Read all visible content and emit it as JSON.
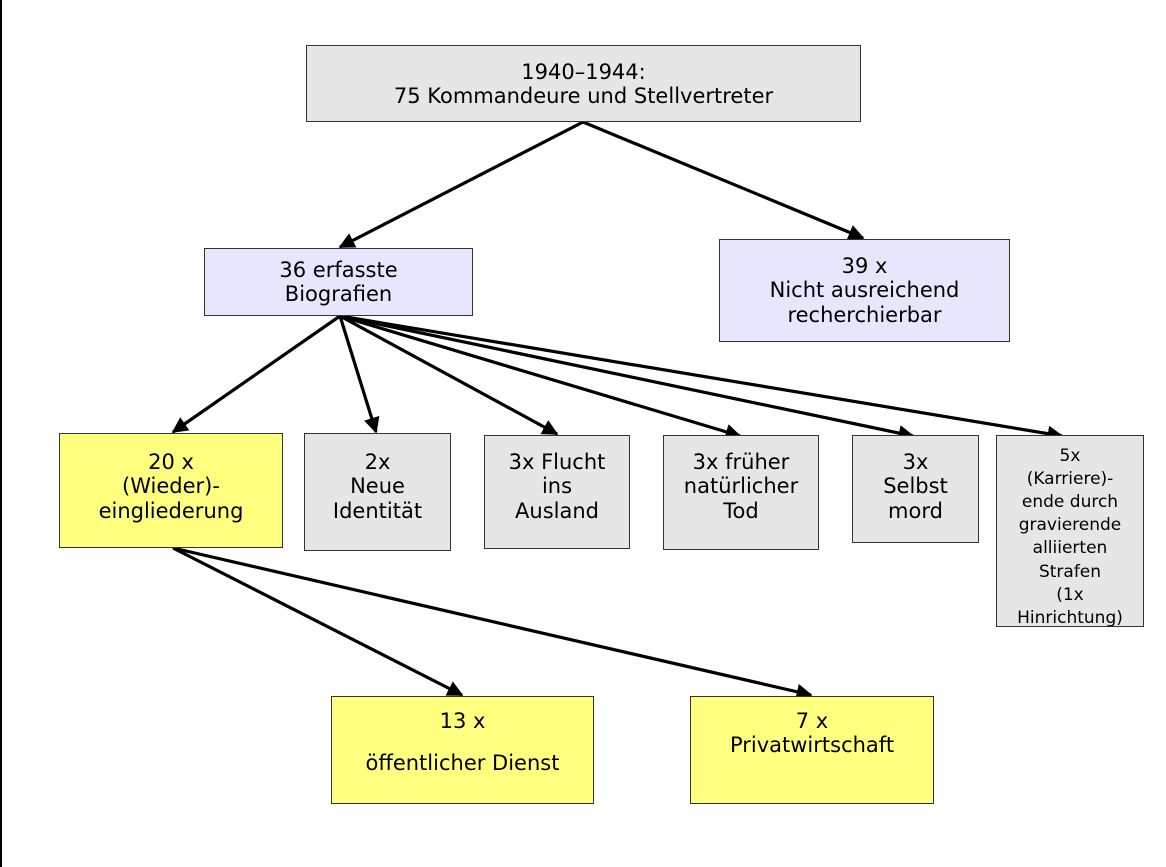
{
  "nodes": {
    "root": {
      "lines": [
        "1940–1944:",
        "75 Kommandeure und Stellvertreter"
      ]
    },
    "recorded": {
      "lines": [
        "36 erfasste",
        "Biografien"
      ]
    },
    "not_researchable": {
      "lines": [
        "39 x",
        "Nicht ausreichend",
        "recherchierbar"
      ]
    },
    "reintegration": {
      "lines": [
        "20 x",
        "(Wieder)-",
        "eingliederung"
      ]
    },
    "new_identity": {
      "lines": [
        "2x",
        "Neue",
        "Identität"
      ]
    },
    "flight": {
      "lines": [
        "3x Flucht",
        "ins",
        "Ausland"
      ]
    },
    "natural_death": {
      "lines": [
        "3x früher",
        "natürlicher",
        "Tod"
      ]
    },
    "suicide": {
      "lines": [
        "3x",
        "Selbst",
        "mord"
      ]
    },
    "allied_penalties": {
      "lines": [
        "5x",
        "(Karriere)-",
        "ende durch",
        "gravierende",
        "alliierten",
        "Strafen",
        "(1x",
        "Hinrichtung)"
      ]
    },
    "public_service": {
      "lines": [
        "13 x",
        "öffentlicher Dienst"
      ]
    },
    "private_sector": {
      "lines": [
        "7 x",
        "Privatwirtschaft"
      ]
    }
  },
  "colors": {
    "grey": "#e6e6e6",
    "lavender": "#e6e6fc",
    "yellow": "#ffff80",
    "arrow": "#000000"
  },
  "edges": [
    [
      "root",
      "recorded"
    ],
    [
      "root",
      "not_researchable"
    ],
    [
      "recorded",
      "reintegration"
    ],
    [
      "recorded",
      "new_identity"
    ],
    [
      "recorded",
      "flight"
    ],
    [
      "recorded",
      "natural_death"
    ],
    [
      "recorded",
      "suicide"
    ],
    [
      "recorded",
      "allied_penalties"
    ],
    [
      "reintegration",
      "public_service"
    ],
    [
      "reintegration",
      "private_sector"
    ]
  ]
}
